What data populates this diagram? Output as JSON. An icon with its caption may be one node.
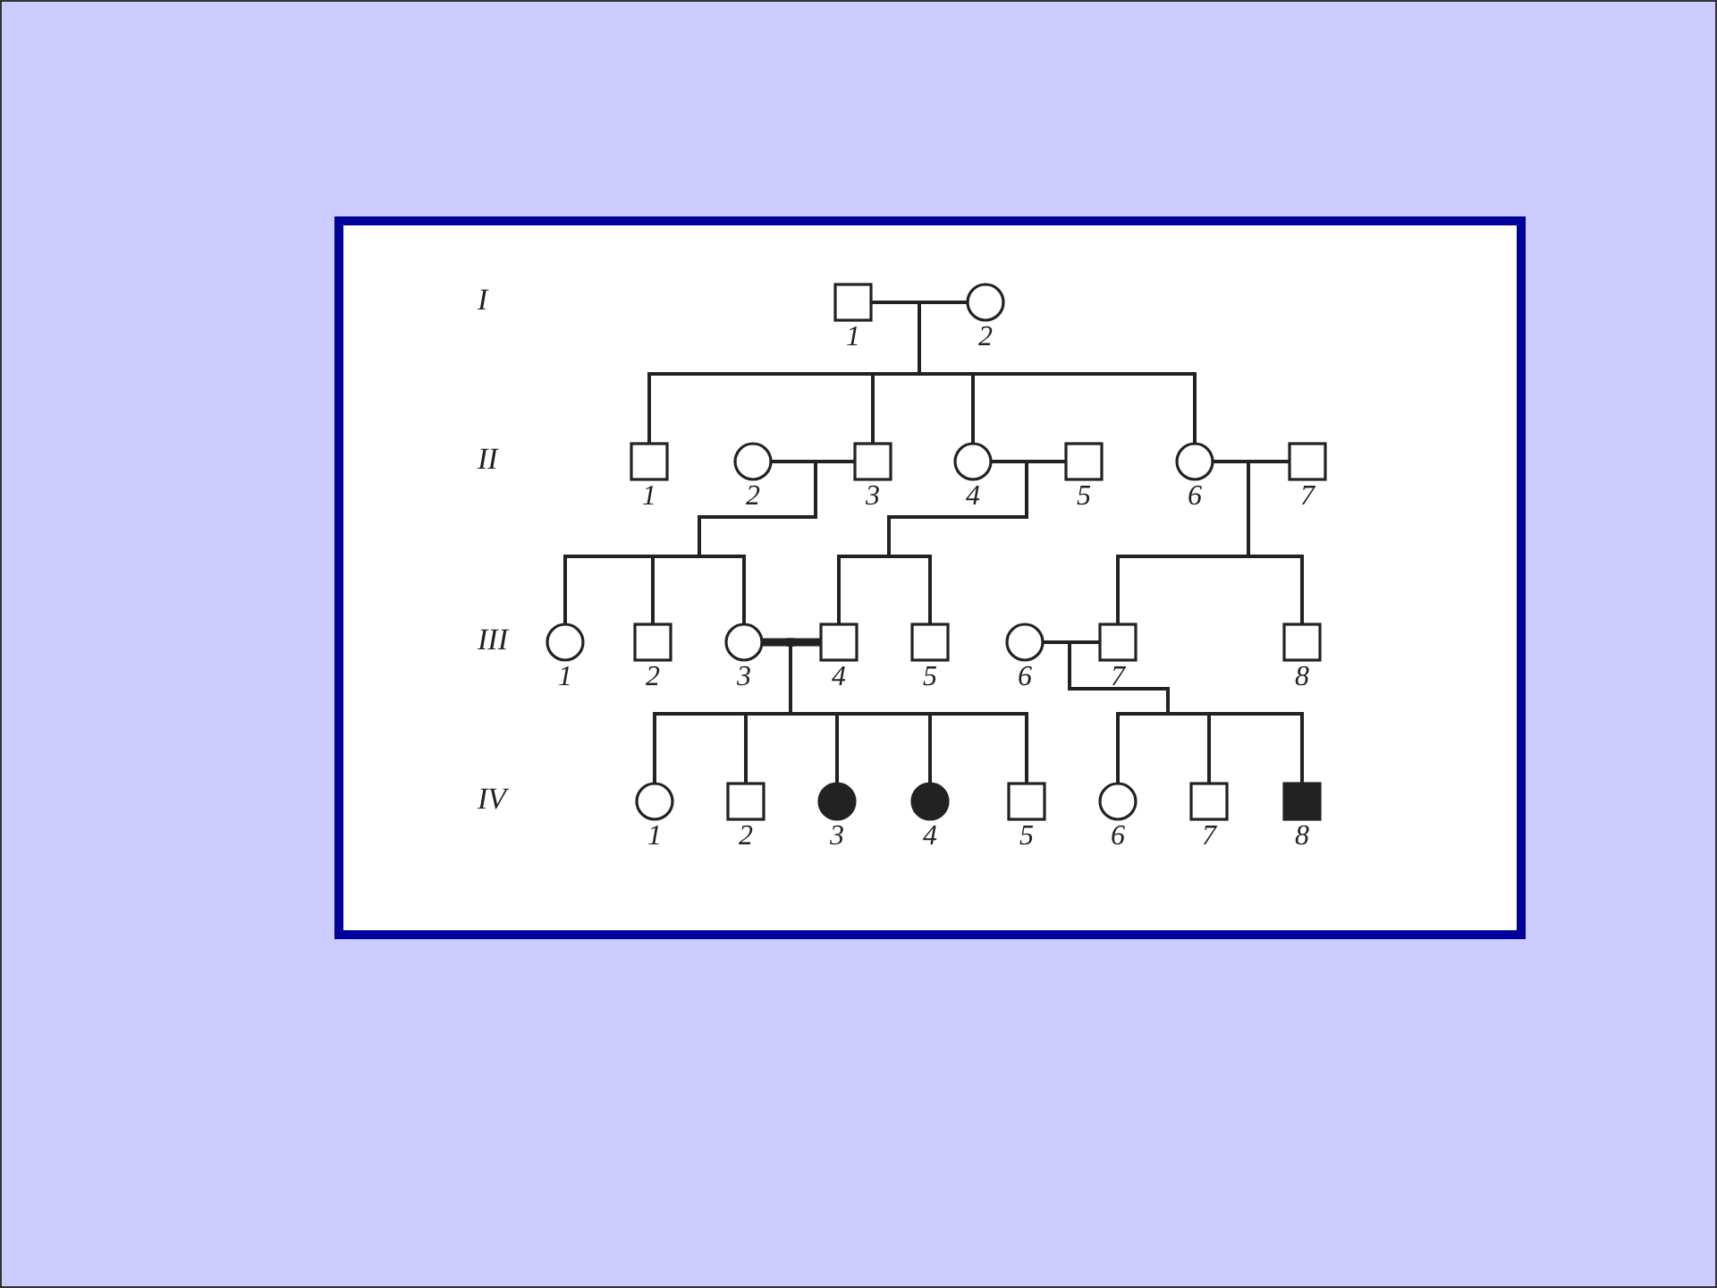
{
  "diagram": {
    "nodes": [
      {
        "text": [
          "1"
        ]
      },
      {
        "text": [
          "2"
        ]
      },
      {
        "text": [
          "1"
        ]
      },
      {
        "text": [
          "2"
        ]
      },
      {
        "text": [
          "3"
        ]
      },
      {
        "text": [
          "4"
        ]
      },
      {
        "text": [
          "5"
        ]
      },
      {
        "text": [
          "6"
        ]
      },
      {
        "text": [
          "7"
        ]
      },
      {
        "text": [
          "1"
        ]
      },
      {
        "text": [
          "2"
        ]
      },
      {
        "text": [
          "3"
        ]
      },
      {
        "text": [
          "4"
        ]
      },
      {
        "text": [
          "5"
        ]
      },
      {
        "text": [
          "6"
        ]
      },
      {
        "text": [
          "7"
        ]
      },
      {
        "text": [
          "8"
        ]
      },
      {
        "text": [
          "1"
        ]
      },
      {
        "text": [
          "2"
        ]
      },
      {
        "text": [
          "3"
        ]
      },
      {
        "text": [
          "4"
        ]
      },
      {
        "text": [
          "5"
        ]
      },
      {
        "text": [
          "6"
        ]
      },
      {
        "text": [
          "7"
        ]
      },
      {
        "text": [
          "8"
        ]
      }
    ],
    "edges": [
      {
        "from": 0,
        "to": 1,
        "arrow": "none"
      },
      {
        "from": 0,
        "to": 2,
        "arrow": "none"
      },
      {
        "from": 1,
        "to": 2,
        "arrow": "none"
      },
      {
        "from": 0,
        "to": 4,
        "arrow": "none"
      },
      {
        "from": 1,
        "to": 4,
        "arrow": "none"
      },
      {
        "from": 0,
        "to": 5,
        "arrow": "none"
      },
      {
        "from": 1,
        "to": 5,
        "arrow": "none"
      },
      {
        "from": 0,
        "to": 7,
        "arrow": "none"
      },
      {
        "from": 1,
        "to": 7,
        "arrow": "none"
      },
      {
        "from": 3,
        "to": 4,
        "arrow": "none"
      },
      {
        "from": 3,
        "to": 9,
        "arrow": "none"
      },
      {
        "from": 4,
        "to": 9,
        "arrow": "none"
      },
      {
        "from": 3,
        "to": 10,
        "arrow": "none"
      },
      {
        "from": 4,
        "to": 10,
        "arrow": "none"
      },
      {
        "from": 3,
        "to": 11,
        "arrow": "none"
      },
      {
        "from": 4,
        "to": 11,
        "arrow": "none"
      },
      {
        "from": 5,
        "to": 6,
        "arrow": "none"
      },
      {
        "from": 5,
        "to": 12,
        "arrow": "none"
      },
      {
        "from": 6,
        "to": 12,
        "arrow": "none"
      },
      {
        "from": 5,
        "to": 13,
        "arrow": "none"
      },
      {
        "from": 6,
        "to": 13,
        "arrow": "none"
      },
      {
        "from": 7,
        "to": 8,
        "arrow": "none"
      },
      {
        "from": 7,
        "to": 15,
        "arrow": "none"
      },
      {
        "from": 8,
        "to": 15,
        "arrow": "none"
      },
      {
        "from": 7,
        "to": 16,
        "arrow": "none"
      },
      {
        "from": 8,
        "to": 16,
        "arrow": "none"
      },
      {
        "from": 11,
        "to": 12,
        "arrow": "none",
        "style": "thick"
      },
      {
        "from": 11,
        "to": 17,
        "arrow": "none"
      },
      {
        "from": 12,
        "to": 17,
        "arrow": "none"
      },
      {
        "from": 11,
        "to": 18,
        "arrow": "none"
      },
      {
        "from": 12,
        "to": 18,
        "arrow": "none"
      },
      {
        "from": 11,
        "to": 19,
        "arrow": "none"
      },
      {
        "from": 12,
        "to": 19,
        "arrow": "none"
      },
      {
        "from": 11,
        "to": 20,
        "arrow": "none"
      },
      {
        "from": 12,
        "to": 20,
        "arrow": "none"
      },
      {
        "from": 11,
        "to": 21,
        "arrow": "none"
      },
      {
        "from": 12,
        "to": 21,
        "arrow": "none"
      },
      {
        "from": 14,
        "to": 15,
        "arrow": "none"
      },
      {
        "from": 14,
        "to": 22,
        "arrow": "none"
      },
      {
        "from": 15,
        "to": 22,
        "arrow": "none"
      },
      {
        "from": 14,
        "to": 23,
        "arrow": "none"
      },
      {
        "from": 15,
        "to": 23,
        "arrow": "none"
      },
      {
        "from": 14,
        "to": 24,
        "arrow": "none"
      },
      {
        "from": 15,
        "to": 24,
        "arrow": "none"
      }
    ],
    "labels": [
      "I",
      "II",
      "III",
      "IV"
    ]
  }
}
